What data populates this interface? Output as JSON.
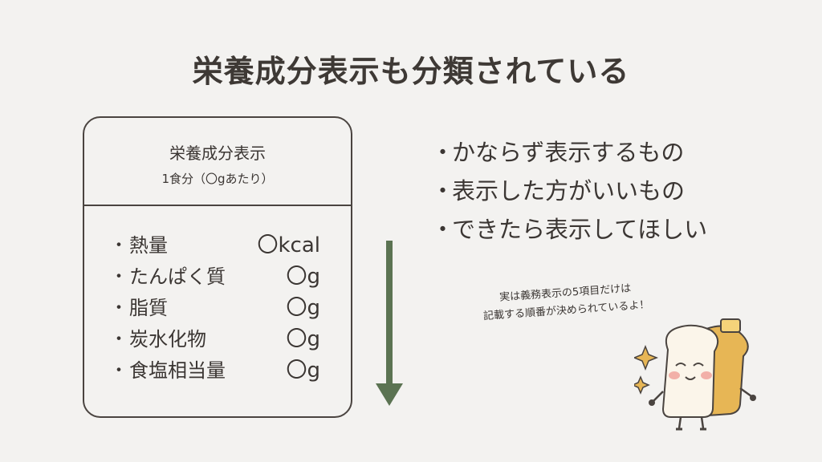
{
  "title": "栄養成分表示も分類されている",
  "label": {
    "heading": "栄養成分表示",
    "serving": "1食分（〇gあたり）",
    "bullet": "・",
    "items": [
      {
        "name": "熱量",
        "value": "〇kcal"
      },
      {
        "name": "たんぱく質",
        "value": "〇g"
      },
      {
        "name": "脂質",
        "value": "〇g"
      },
      {
        "name": "炭水化物",
        "value": "〇g"
      },
      {
        "name": "食塩相当量",
        "value": "〇g"
      }
    ]
  },
  "categories": {
    "bullet": "・",
    "items": [
      "かならず表示するもの",
      "表示した方がいいもの",
      "できたら表示してほしい"
    ]
  },
  "note": {
    "line1": "実は義務表示の5項目だけは",
    "line2": "記載する順番が決められているよ！"
  },
  "colors": {
    "background": "#f3f2f0",
    "text": "#3b3633",
    "arrow": "#5b7352",
    "bread_crust": "#e7b655",
    "bread_face": "#fbf5ea",
    "cheek": "#f2b0a8"
  }
}
